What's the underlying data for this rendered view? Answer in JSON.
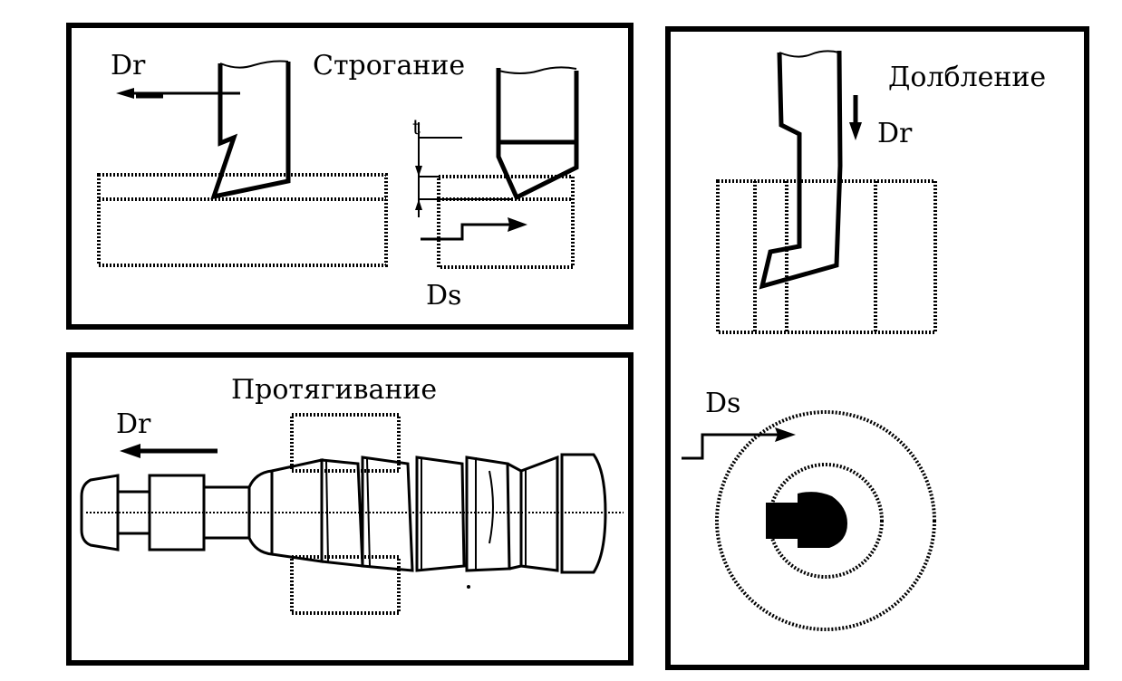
{
  "diagram": {
    "panels": {
      "planing": {
        "title": "Строгание",
        "main_motion": "Dr",
        "feed_motion": "Ds",
        "depth_label": "t"
      },
      "broaching": {
        "title": "Протягивание",
        "main_motion": "Dr"
      },
      "slotting": {
        "title": "Долбление",
        "main_motion": "Dr",
        "feed_motion": "Ds"
      }
    }
  }
}
